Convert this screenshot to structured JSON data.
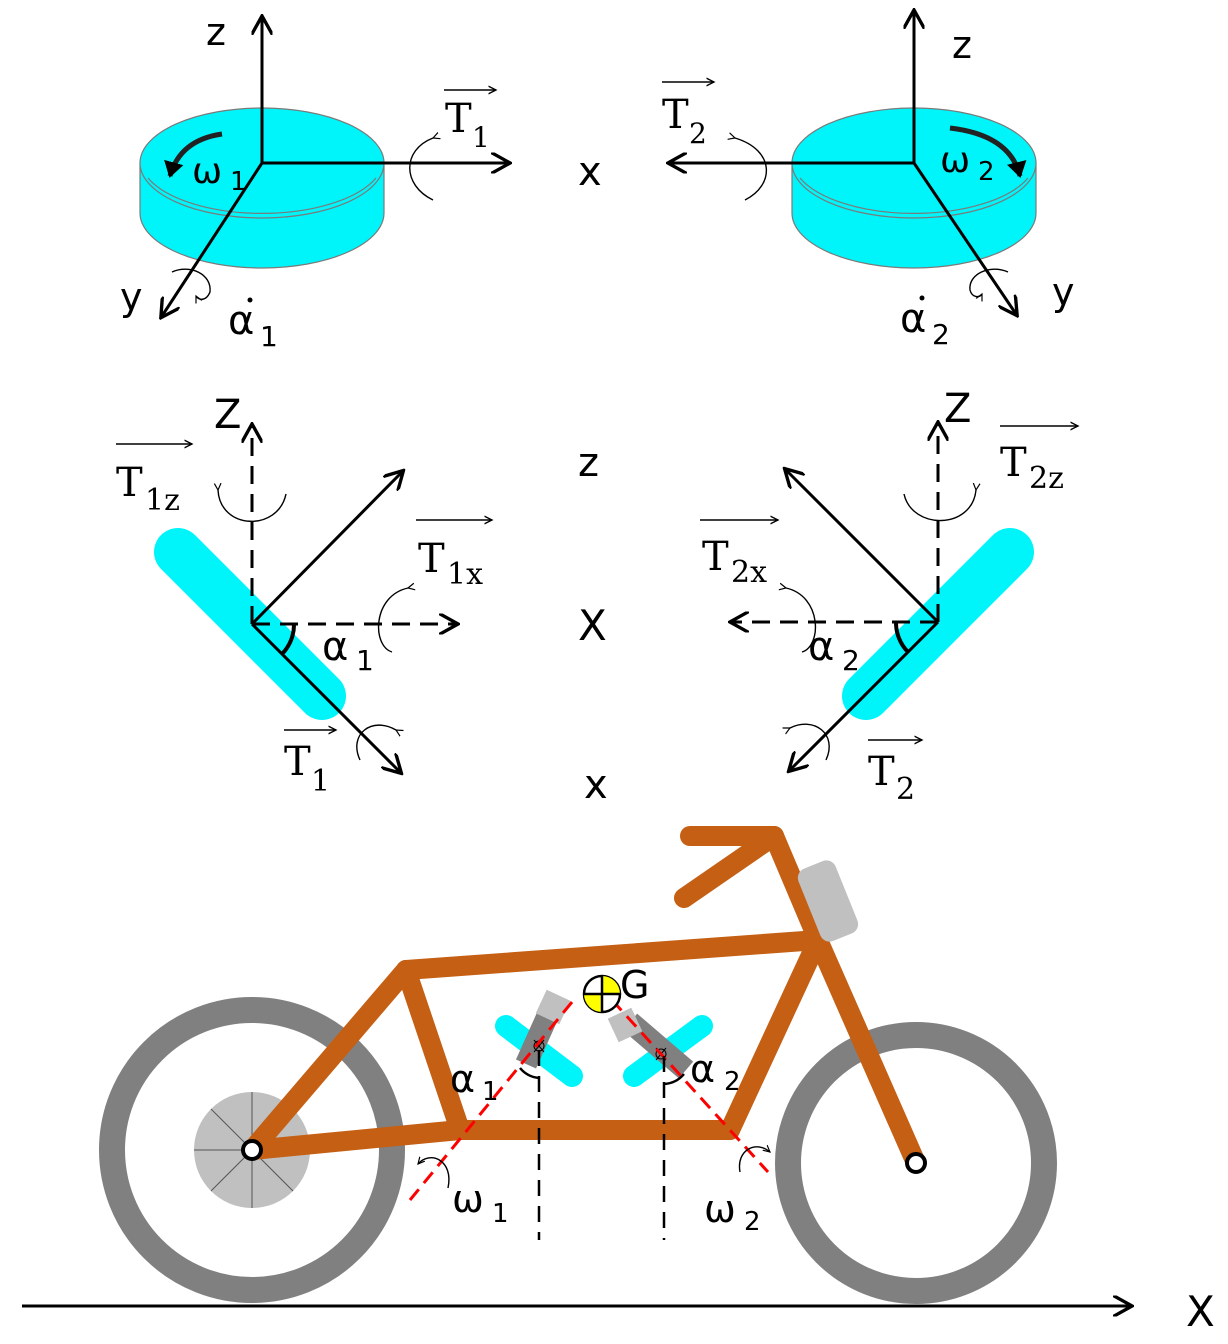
{
  "colors": {
    "flywheel": "#00f5fa",
    "frame": "#c45f14",
    "tire": "#808080",
    "hub": "#c0c0c0",
    "battery": "#c0c0c0",
    "cog": "#ffff00",
    "red_dash": "#ff0000"
  },
  "top_view": {
    "left": {
      "z": "z",
      "y": "y",
      "T": "T",
      "T_sub": "1",
      "omega": "ω",
      "omega_sub": "1",
      "alpha": "α",
      "alpha_sub": "1"
    },
    "middle_x": "x",
    "right": {
      "z": "z",
      "y": "y",
      "T": "T",
      "T_sub": "2",
      "omega": "ω",
      "omega_sub": "2",
      "alpha": "α",
      "alpha_sub": "2"
    }
  },
  "side_view": {
    "middle_z": "z",
    "middle_X": "X",
    "middle_x": "x",
    "left": {
      "Z": "Z",
      "T1z": "T",
      "T1z_sub": "1z",
      "T1x": "T",
      "T1x_sub": "1x",
      "T1": "T",
      "T1_sub": "1",
      "alpha": "α",
      "alpha_sub": "1"
    },
    "right": {
      "Z": "Z",
      "T2z": "T",
      "T2z_sub": "2z",
      "T2x": "T",
      "T2x_sub": "2x",
      "T2": "T",
      "T2_sub": "2",
      "alpha": "α",
      "alpha_sub": "2"
    }
  },
  "bike": {
    "cog_label": "G",
    "alpha1": "α",
    "alpha1_sub": "1",
    "alpha2": "α",
    "alpha2_sub": "2",
    "omega1": "ω",
    "omega1_sub": "1",
    "omega2": "ω",
    "omega2_sub": "2",
    "ground_label": "X"
  }
}
